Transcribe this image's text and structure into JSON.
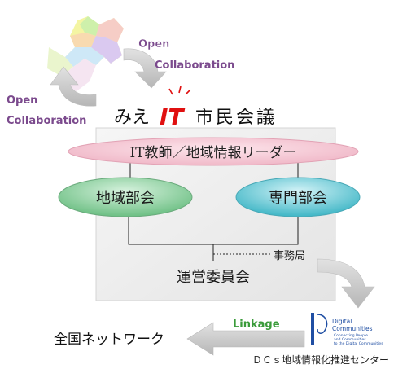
{
  "colors": {
    "panel": "#eeeeee",
    "ellipse_pink": "#f4c7d3",
    "ellipse_green": "#8fcf9f",
    "ellipse_cyan": "#6fc9d4",
    "open_text": "#7b4a8d",
    "linkage_text": "#3a9b3a",
    "arrow_gray": "#c8c8c8",
    "logo_blue": "#1f4ea3"
  },
  "diagram": {
    "open_collab_right": {
      "line1": "Open",
      "line2": "Collaboration"
    },
    "open_collab_left": {
      "line1": "Open",
      "line2": "Collaboration"
    },
    "title": {
      "prefix": "みえ",
      "it": "IT",
      "rest": "市民会議"
    },
    "top_ellipse": "IT教師／地域情報リーダー",
    "left_ellipse": "地域部会",
    "right_ellipse": "専門部会",
    "secretariat": "事務局",
    "committee": "運営委員会",
    "linkage": "Linkage",
    "national_network": "全国ネットワーク",
    "dcs_center": "ＤＣｓ地域情報化推進センター",
    "logo": {
      "line1": "Digital",
      "line2": "Communities",
      "tagline1": "Connecting People",
      "tagline2": "and Communities",
      "tagline3": "to the Digital Communities"
    }
  }
}
